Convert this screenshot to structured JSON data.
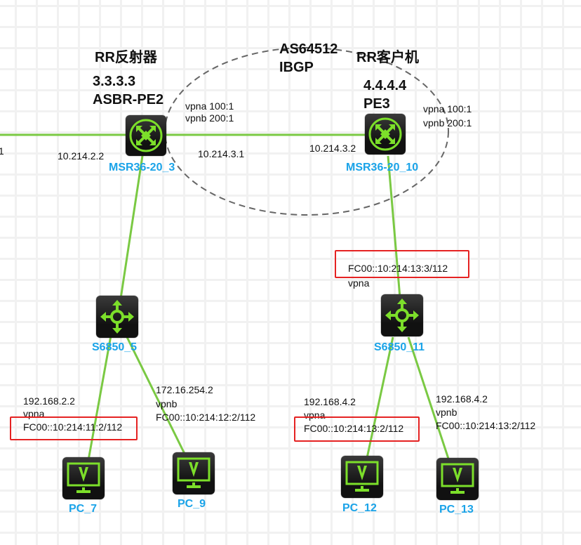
{
  "diagram": {
    "as_label": "AS64512",
    "ibgp_label": "IBGP",
    "colors": {
      "link": "#7ac943",
      "device_icon": "#7cdf2a",
      "node_name": "#1aa3e8",
      "highlight_box": "#e52222",
      "as_boundary": "#666666"
    },
    "left_edge_ip": ".1",
    "routers": [
      {
        "name": "MSR36-20_3",
        "role": "RR反射器",
        "router_id": "3.3.3.3",
        "function": "ASBR-PE2",
        "vpn_rd_lines": [
          "vpna 100:1",
          "vpnb 200:1"
        ],
        "icon": "router-icon"
      },
      {
        "name": "MSR36-20_10",
        "role": "RR客户机",
        "router_id": "4.4.4.4",
        "function": "PE3",
        "vpn_rd_lines": [
          "vpna 100:1",
          "vpnb 200:1"
        ],
        "icon": "router-icon"
      }
    ],
    "link_ips": {
      "r3_west": "10.214.2.2",
      "r3_to_r10": "10.214.3.1",
      "r10_to_r3": "10.214.3.2"
    },
    "switches": [
      {
        "name": "S6850_5",
        "icon": "switch-icon"
      },
      {
        "name": "S6850_11",
        "icon": "switch-icon"
      }
    ],
    "s11_uplink": {
      "ipv6": "FC00::10:214:13:3/112",
      "vpn": "vpna"
    },
    "pcs": [
      {
        "name": "PC_7",
        "ipv4": "192.168.2.2",
        "vpn": "vpna",
        "ipv6": "FC00::10:214:11:2/112",
        "highlighted": true,
        "icon": "pc-icon"
      },
      {
        "name": "PC_9",
        "ipv4": "172.16.254.2",
        "vpn": "vpnb",
        "ipv6": "FC00::10:214:12:2/112",
        "highlighted": false,
        "icon": "pc-icon"
      },
      {
        "name": "PC_12",
        "ipv4": "192.168.4.2",
        "vpn": "vpna",
        "ipv6": "FC00::10:214:13:2/112",
        "highlighted": true,
        "icon": "pc-icon"
      },
      {
        "name": "PC_13",
        "ipv4": "192.168.4.2",
        "vpn": "vpnb",
        "ipv6": "FC00::10:214:13:2/112",
        "highlighted": false,
        "icon": "pc-icon"
      }
    ]
  }
}
